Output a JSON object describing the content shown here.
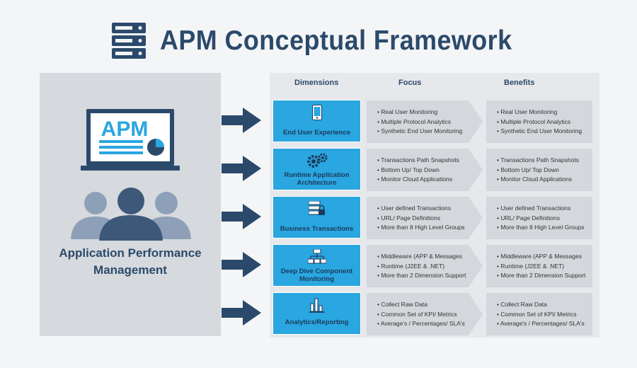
{
  "title": "APM Conceptual Framework",
  "left_panel": {
    "screen_text": "APM",
    "name_line1": "Application Performance",
    "name_line2": "Management"
  },
  "headers": {
    "dimensions": "Dimensions",
    "focus": "Focus",
    "benefits": "Benefits"
  },
  "rows": [
    {
      "dimension": "End User Experience",
      "icon": "smartphone-icon",
      "focus": [
        "Real User Monitoring",
        "Multiple Protocol Analytics",
        "Synthetic End User Monitoring"
      ],
      "benefits": [
        "Real User Monitoring",
        "Multiple Protocol Analytics",
        "Synthetic End User Monitoring"
      ]
    },
    {
      "dimension_line1": "Runtime Application",
      "dimension_line2": "Architecture",
      "icon": "gears-icon",
      "focus": [
        "Transactions Path Snapshots",
        "Bottom Up/ Top Down",
        "Monitor Cloud Applications"
      ],
      "benefits": [
        "Transactions Path Snapshots",
        "Bottom Up/ Top Down",
        "Monitor Cloud Applications"
      ]
    },
    {
      "dimension": "Business Transactions",
      "icon": "server-lock-icon",
      "focus": [
        "User defined Transactions",
        "URL/ Page Definitions",
        "More than 8 High Level Groups"
      ],
      "benefits": [
        "User defined Transactions",
        "URL/ Page Definitions",
        "More than 8 High Level Groups"
      ]
    },
    {
      "dimension_line1": "Deep Dive Component",
      "dimension_line2": "Monitoring",
      "icon": "hierarchy-icon",
      "focus": [
        "Middleware (APP & Messages",
        "Runtime (J2EE & .NET)",
        "More than 2 Dimension Support"
      ],
      "benefits": [
        "Middleware (APP & Messages",
        "Runtime (J2EE & .NET)",
        "More than 2 Dimension Support"
      ]
    },
    {
      "dimension": "Analytics/Reporting",
      "icon": "bar-chart-icon",
      "focus": [
        "Collect Raw Data",
        "Common Set of KPI/ Metrics",
        "Average's / Percentages/ SLA's"
      ],
      "benefits": [
        "Collect Raw Data",
        "Common Set of KPI/ Metrics",
        "Average's / Percentages/ SLA's"
      ]
    }
  ],
  "colors": {
    "navy": "#2b4a6b",
    "accent": "#2aa6e0",
    "panel": "#d6d9dd",
    "chevron": "#d4d7db"
  }
}
